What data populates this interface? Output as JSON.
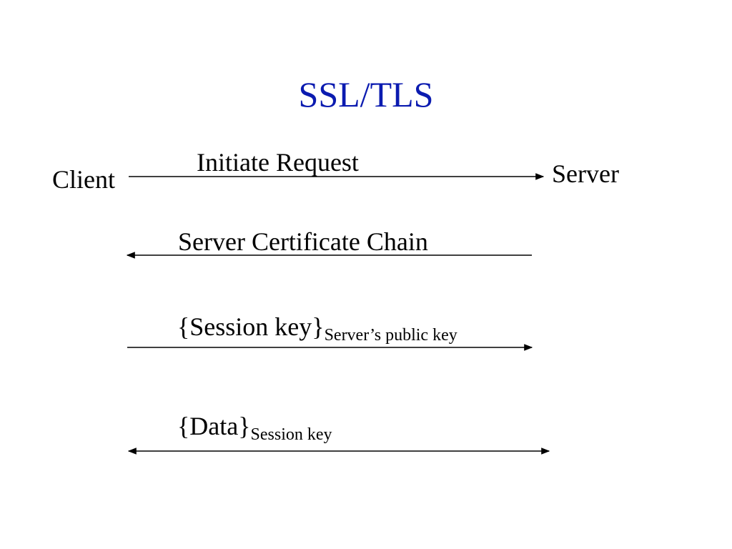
{
  "title": "SSL/TLS",
  "actors": {
    "client": "Client",
    "server": "Server"
  },
  "messages": [
    {
      "label": "Initiate Request",
      "direction": "client-to-server"
    },
    {
      "label": "Server Certificate Chain",
      "direction": "server-to-client"
    },
    {
      "label": "{Session key}",
      "subscript": "Server’s public key",
      "direction": "client-to-server"
    },
    {
      "label": "{Data}",
      "subscript": "Session key",
      "direction": "bidirectional"
    }
  ],
  "colors": {
    "title": "#0b1bb0",
    "text": "#000000",
    "arrow": "#000000"
  }
}
